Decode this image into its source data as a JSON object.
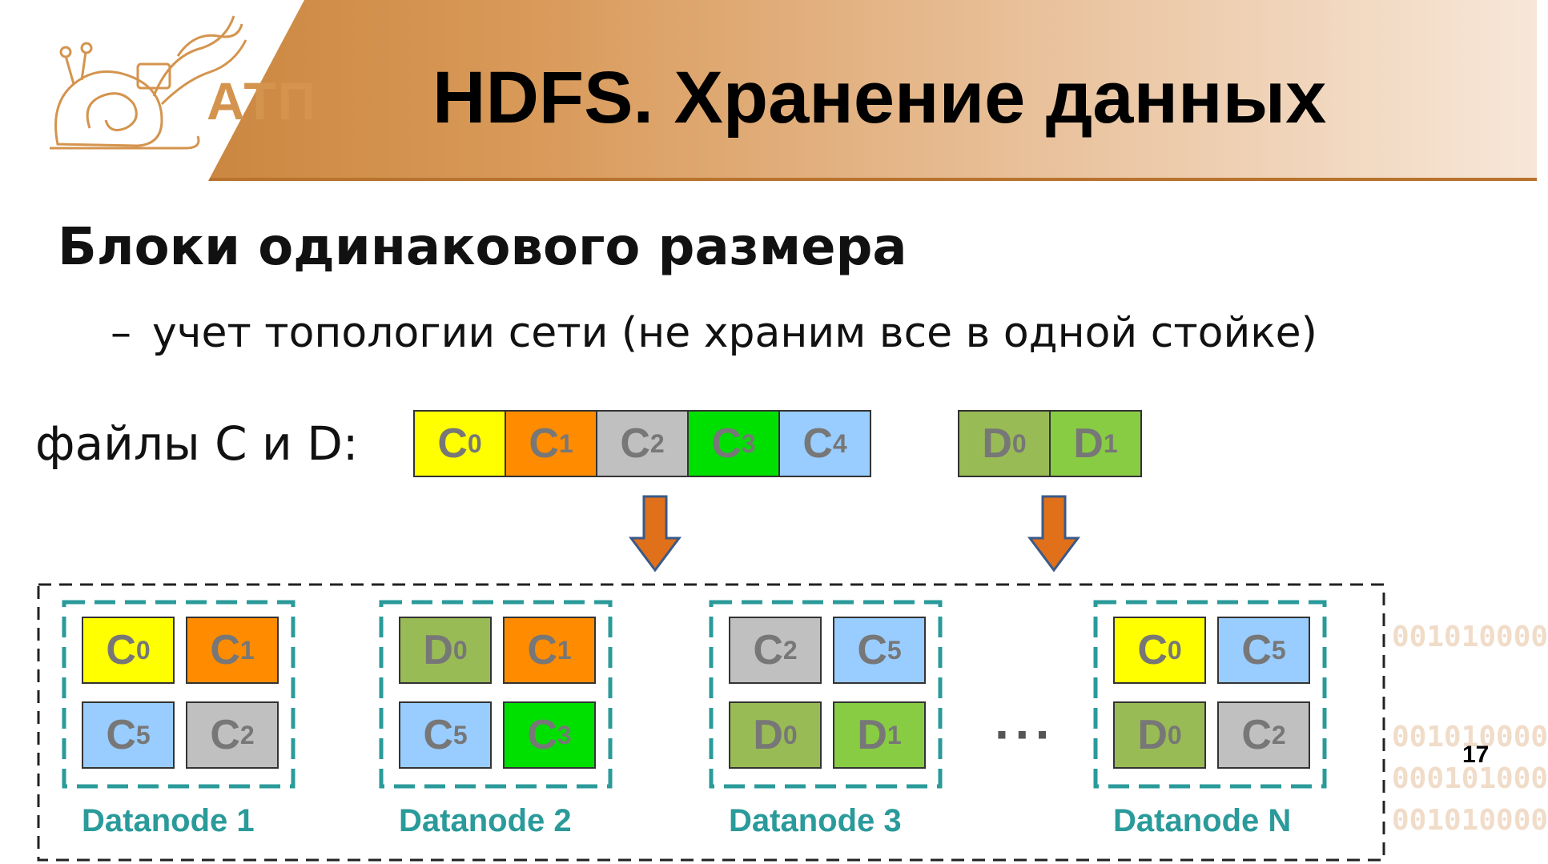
{
  "header": {
    "logo_text": "АТП",
    "title": "HDFS. Хранение данных"
  },
  "subtitle": "Блоки одинакового размера",
  "bullet": {
    "dash": "–",
    "text": "учет топологии сети (не храним все в одной стойке)"
  },
  "files_label": "файлы C и D:",
  "file_c_blocks": [
    {
      "letter": "C",
      "index": "0",
      "color": "#ffff00"
    },
    {
      "letter": "C",
      "index": "1",
      "color": "#ff8c00"
    },
    {
      "letter": "C",
      "index": "2",
      "color": "#c0c0c0"
    },
    {
      "letter": "C",
      "index": "3",
      "color": "#00e000"
    },
    {
      "letter": "C",
      "index": "4",
      "color": "#99ccff"
    }
  ],
  "file_d_blocks": [
    {
      "letter": "D",
      "index": "0",
      "color": "#99bb55"
    },
    {
      "letter": "D",
      "index": "1",
      "color": "#88cc44"
    }
  ],
  "datanodes": [
    {
      "label": "Datanode 1",
      "blocks": [
        {
          "letter": "C",
          "index": "0",
          "color": "#ffff00"
        },
        {
          "letter": "C",
          "index": "1",
          "color": "#ff8c00"
        },
        {
          "letter": "C",
          "index": "5",
          "color": "#99ccff"
        },
        {
          "letter": "C",
          "index": "2",
          "color": "#c0c0c0"
        }
      ]
    },
    {
      "label": "Datanode 2",
      "blocks": [
        {
          "letter": "D",
          "index": "0",
          "color": "#99bb55"
        },
        {
          "letter": "C",
          "index": "1",
          "color": "#ff8c00"
        },
        {
          "letter": "C",
          "index": "5",
          "color": "#99ccff"
        },
        {
          "letter": "C",
          "index": "3",
          "color": "#00e000"
        }
      ]
    },
    {
      "label": "Datanode 3",
      "blocks": [
        {
          "letter": "C",
          "index": "2",
          "color": "#c0c0c0"
        },
        {
          "letter": "C",
          "index": "5",
          "color": "#99ccff"
        },
        {
          "letter": "D",
          "index": "0",
          "color": "#99bb55"
        },
        {
          "letter": "D",
          "index": "1",
          "color": "#88cc44"
        }
      ]
    },
    {
      "label": "Datanode N",
      "blocks": [
        {
          "letter": "C",
          "index": "0",
          "color": "#ffff00"
        },
        {
          "letter": "C",
          "index": "5",
          "color": "#99ccff"
        },
        {
          "letter": "D",
          "index": "0",
          "color": "#99bb55"
        },
        {
          "letter": "C",
          "index": "2",
          "color": "#c0c0c0"
        }
      ]
    }
  ],
  "ellipsis": "···",
  "arrow_color": "#e0701a",
  "cluster_border_color": "#222222",
  "node_border_color": "#2a9a9a",
  "watermark_lines": [
    "001010000",
    "001010000",
    "000101000",
    "001010000"
  ],
  "page_number": "17"
}
